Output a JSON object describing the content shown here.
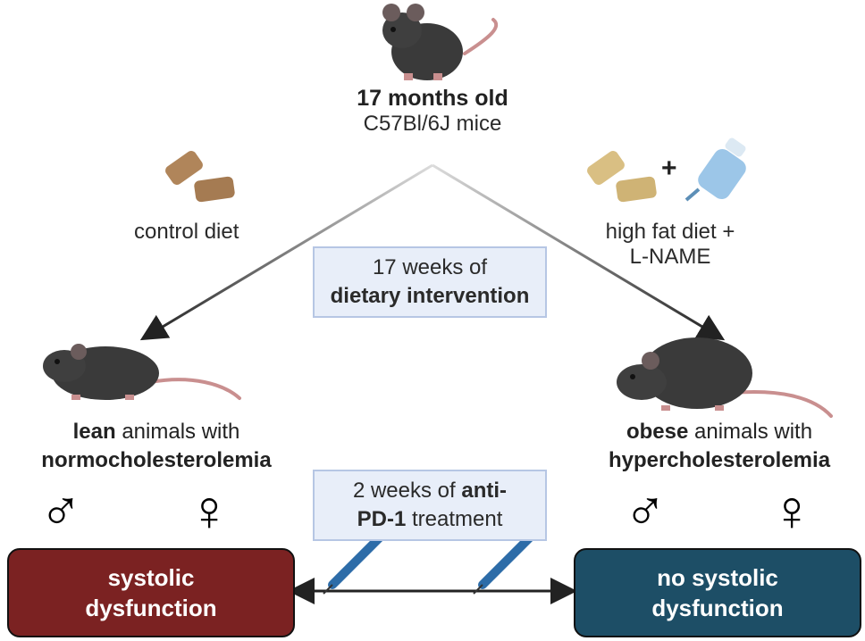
{
  "top": {
    "title": "17 months old",
    "subtitle": "C57Bl/6J mice"
  },
  "left_diet": {
    "label": "control diet"
  },
  "right_diet": {
    "label_line1": "high fat diet +",
    "label_line2": "L-NAME",
    "plus": "+"
  },
  "intervention_box": {
    "line1": "17 weeks of",
    "line2": "dietary intervention"
  },
  "treatment_box": {
    "pre": "2 weeks of ",
    "bold1": "anti-",
    "bold2": "PD-1",
    "post": " treatment"
  },
  "left_group": {
    "bold": "lean",
    "rest": " animals with",
    "line2": "normocholesterolemia"
  },
  "right_group": {
    "bold": "obese",
    "rest": " animals with",
    "line2": "hypercholesterolemia"
  },
  "symbols": {
    "male": "♂",
    "female": "♀"
  },
  "outcome_left": {
    "line1": "systolic",
    "line2": "dysfunction",
    "color": "#7b2222"
  },
  "outcome_right": {
    "line1": "no systolic",
    "line2": "dysfunction",
    "color": "#1d4e66"
  }
}
